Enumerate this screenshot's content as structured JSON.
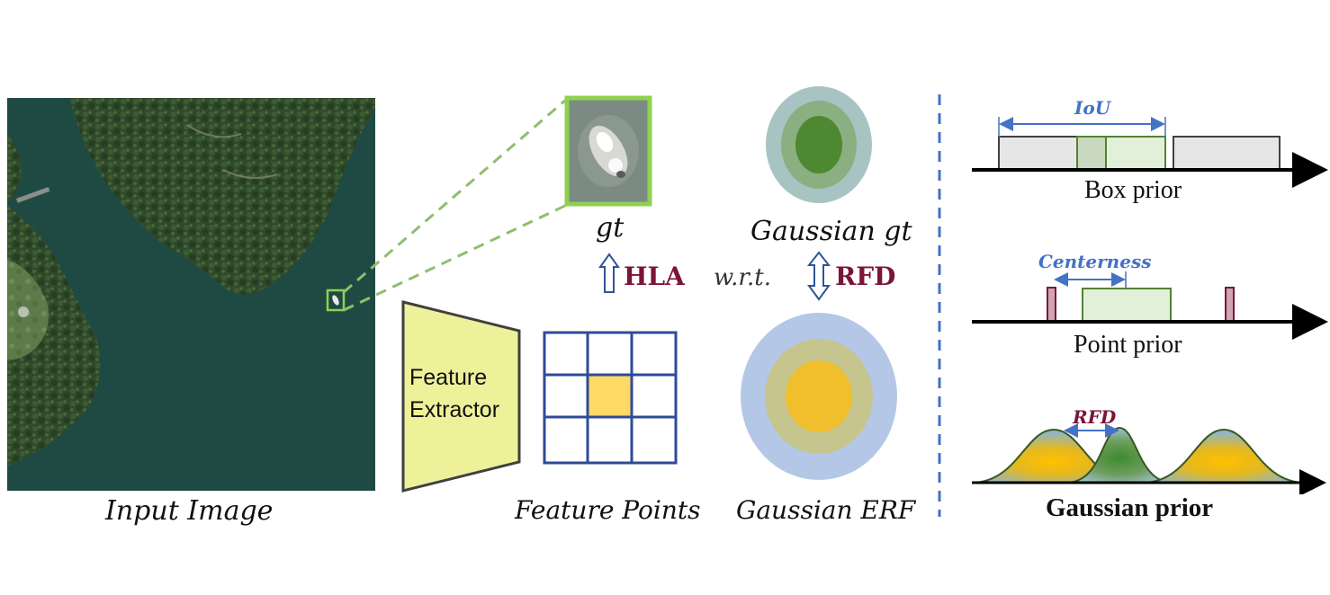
{
  "colors": {
    "water": "#1f4a44",
    "forest": "#2f4a2a",
    "highlight_green": "#8fd14f",
    "dashed_green": "#8fbe6e",
    "feature_extractor_fill": "#eef19a",
    "grid_blue": "#2e4b9a",
    "cell_yellow": "#ffd966",
    "arrow_blue": "#2f5597",
    "maroon": "#7b1437",
    "gauss_gt_outer": "#a7c4c2",
    "gauss_gt_mid": "#8aaf81",
    "gauss_gt_inner": "#4e8830",
    "erf_outer": "#b4c7e7",
    "erf_mid": "#c6c58e",
    "erf_inner": "#f0bf2b",
    "box_gray": "#e6e6e6",
    "box_green": "#e2efd9",
    "box_green_border": "#548235",
    "point_marker": "#cfa6b0",
    "divider": "#4472c4"
  },
  "left": {
    "caption": "Input Image"
  },
  "middle": {
    "gt_label": "gt",
    "gaussian_gt_label": "Gaussian gt",
    "hla_label": "HLA",
    "wrt_label": "w.r.t.",
    "rfd_label": "RFD",
    "feature_extractor_line1": "Feature",
    "feature_extractor_line2": "Extractor",
    "feature_points_label": "Feature Points",
    "gaussian_erf_label": "Gaussian ERF"
  },
  "right": {
    "box_prior": {
      "metric": "IoU",
      "caption": "Box prior"
    },
    "point_prior": {
      "metric": "Centerness",
      "caption": "Point prior"
    },
    "gaussian_prior": {
      "metric": "RFD",
      "caption": "Gaussian prior"
    }
  }
}
